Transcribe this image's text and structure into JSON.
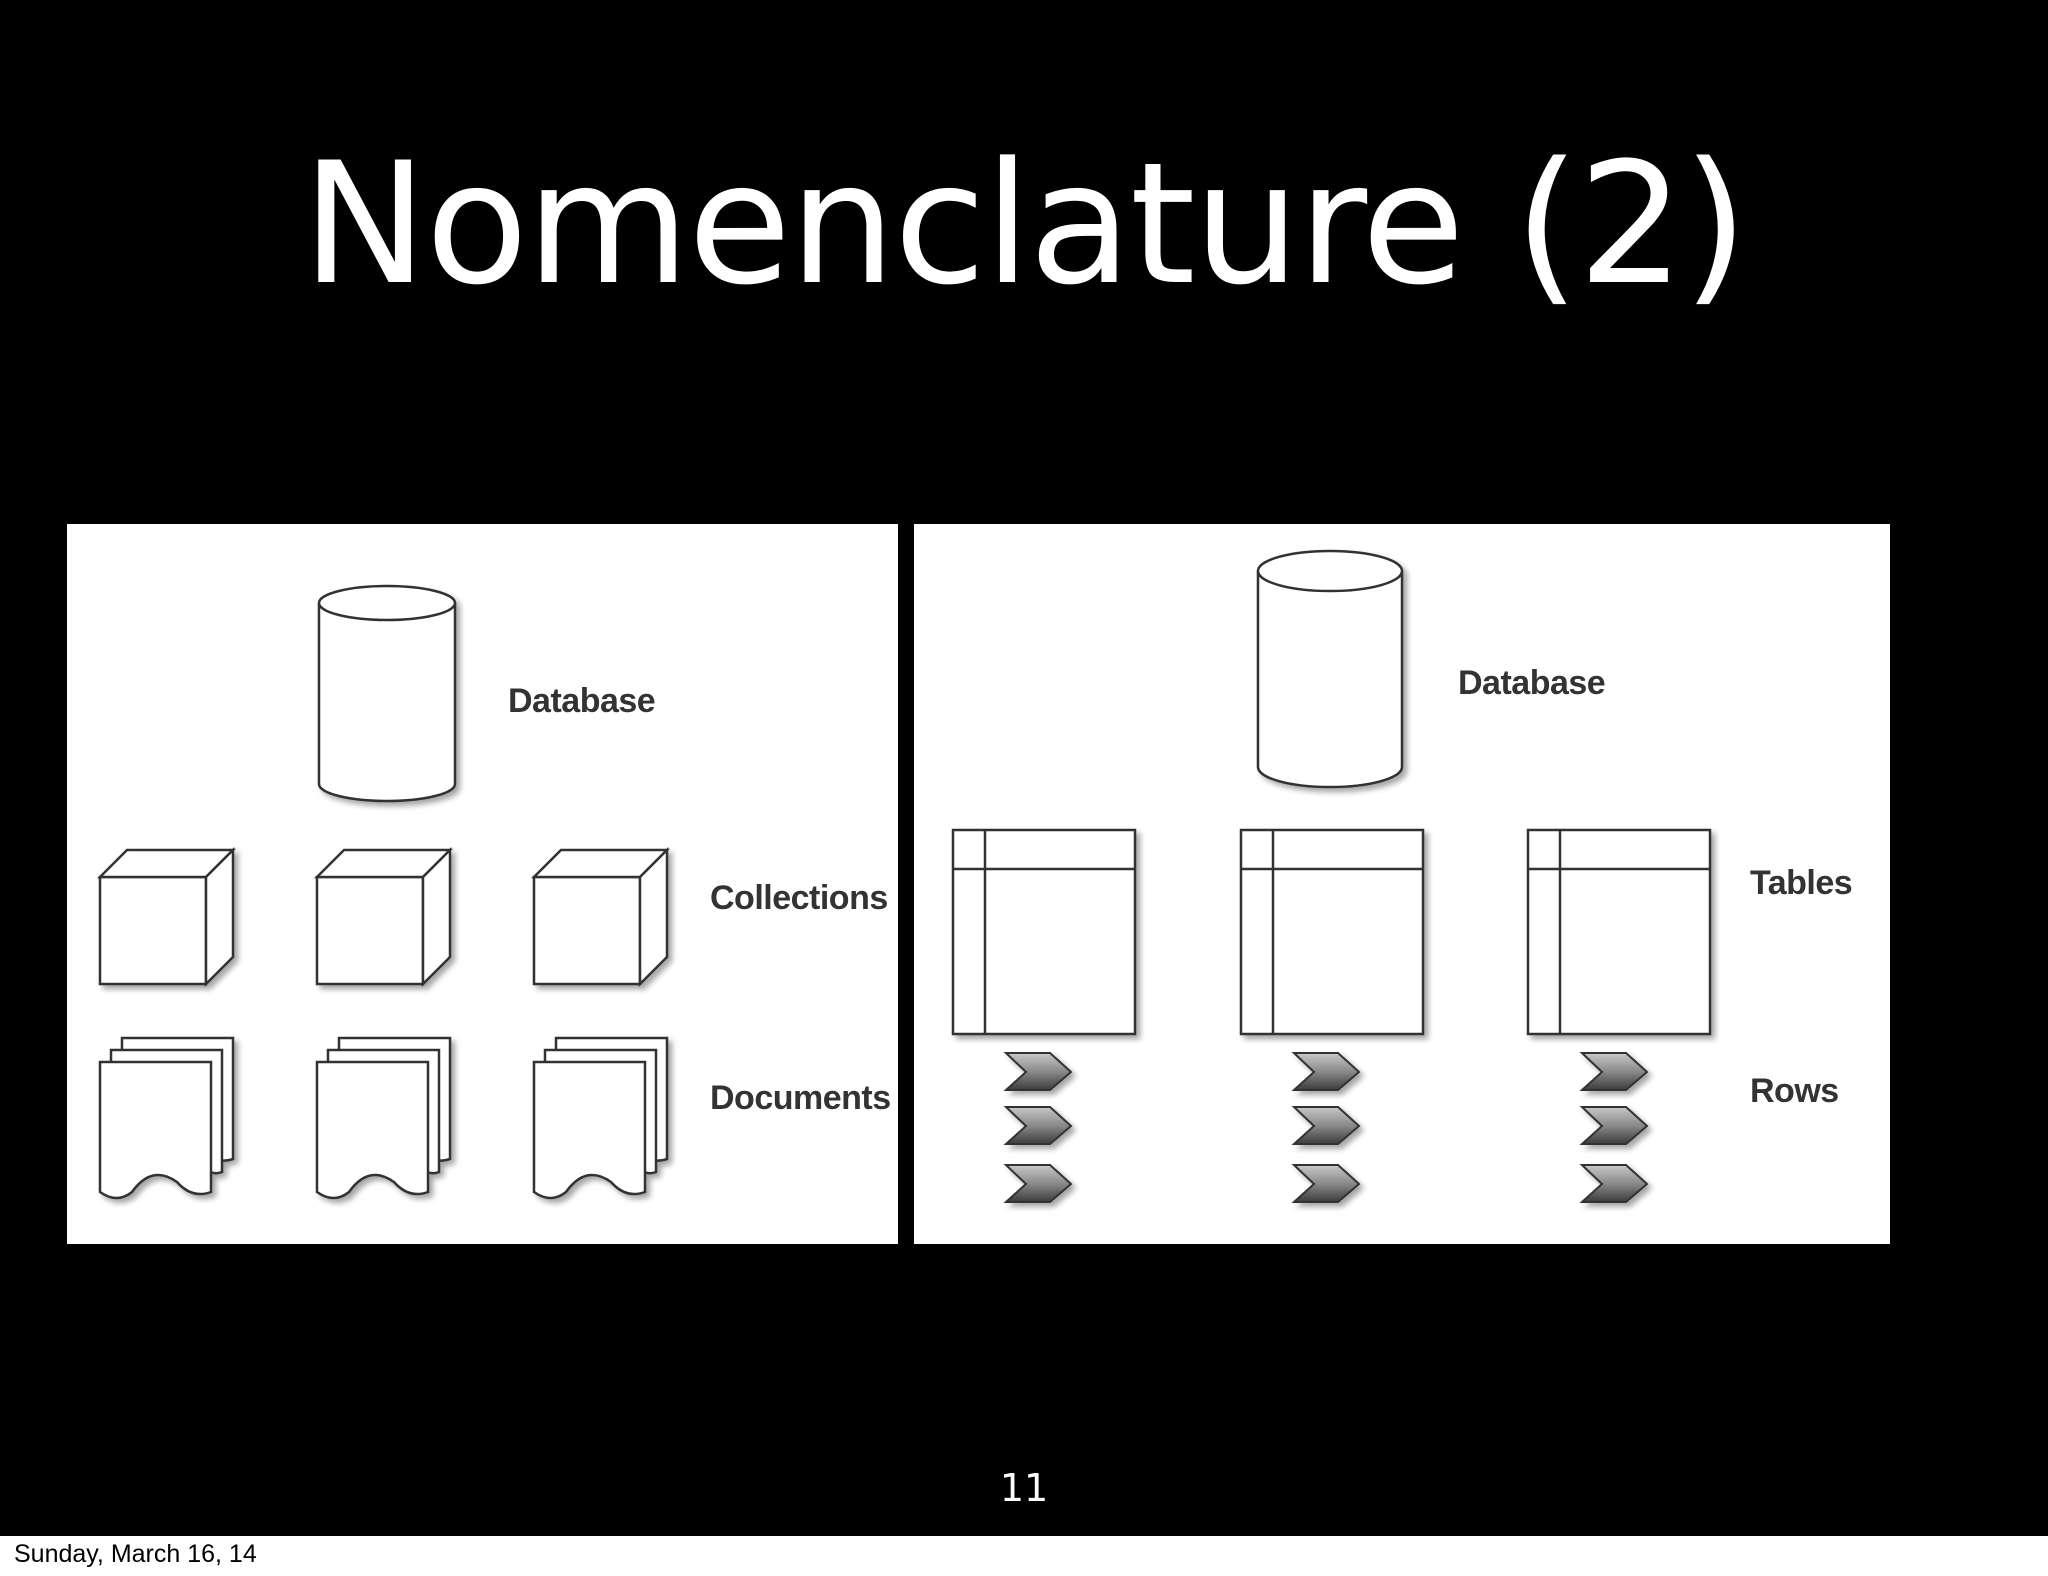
{
  "slide": {
    "title": "Nomenclature (2)",
    "number": "11"
  },
  "left_diagram": {
    "labels": {
      "database": "Database",
      "collections": "Collections",
      "documents": "Documents"
    },
    "icons": [
      "database-cylinder-icon",
      "collection-cube-icon",
      "document-stack-icon"
    ]
  },
  "right_diagram": {
    "labels": {
      "database": "Database",
      "tables": "Tables",
      "rows": "Rows"
    },
    "icons": [
      "database-cylinder-icon",
      "table-grid-icon",
      "row-chevron-icon"
    ]
  },
  "footer": {
    "date": "Sunday, March 16, 14"
  }
}
